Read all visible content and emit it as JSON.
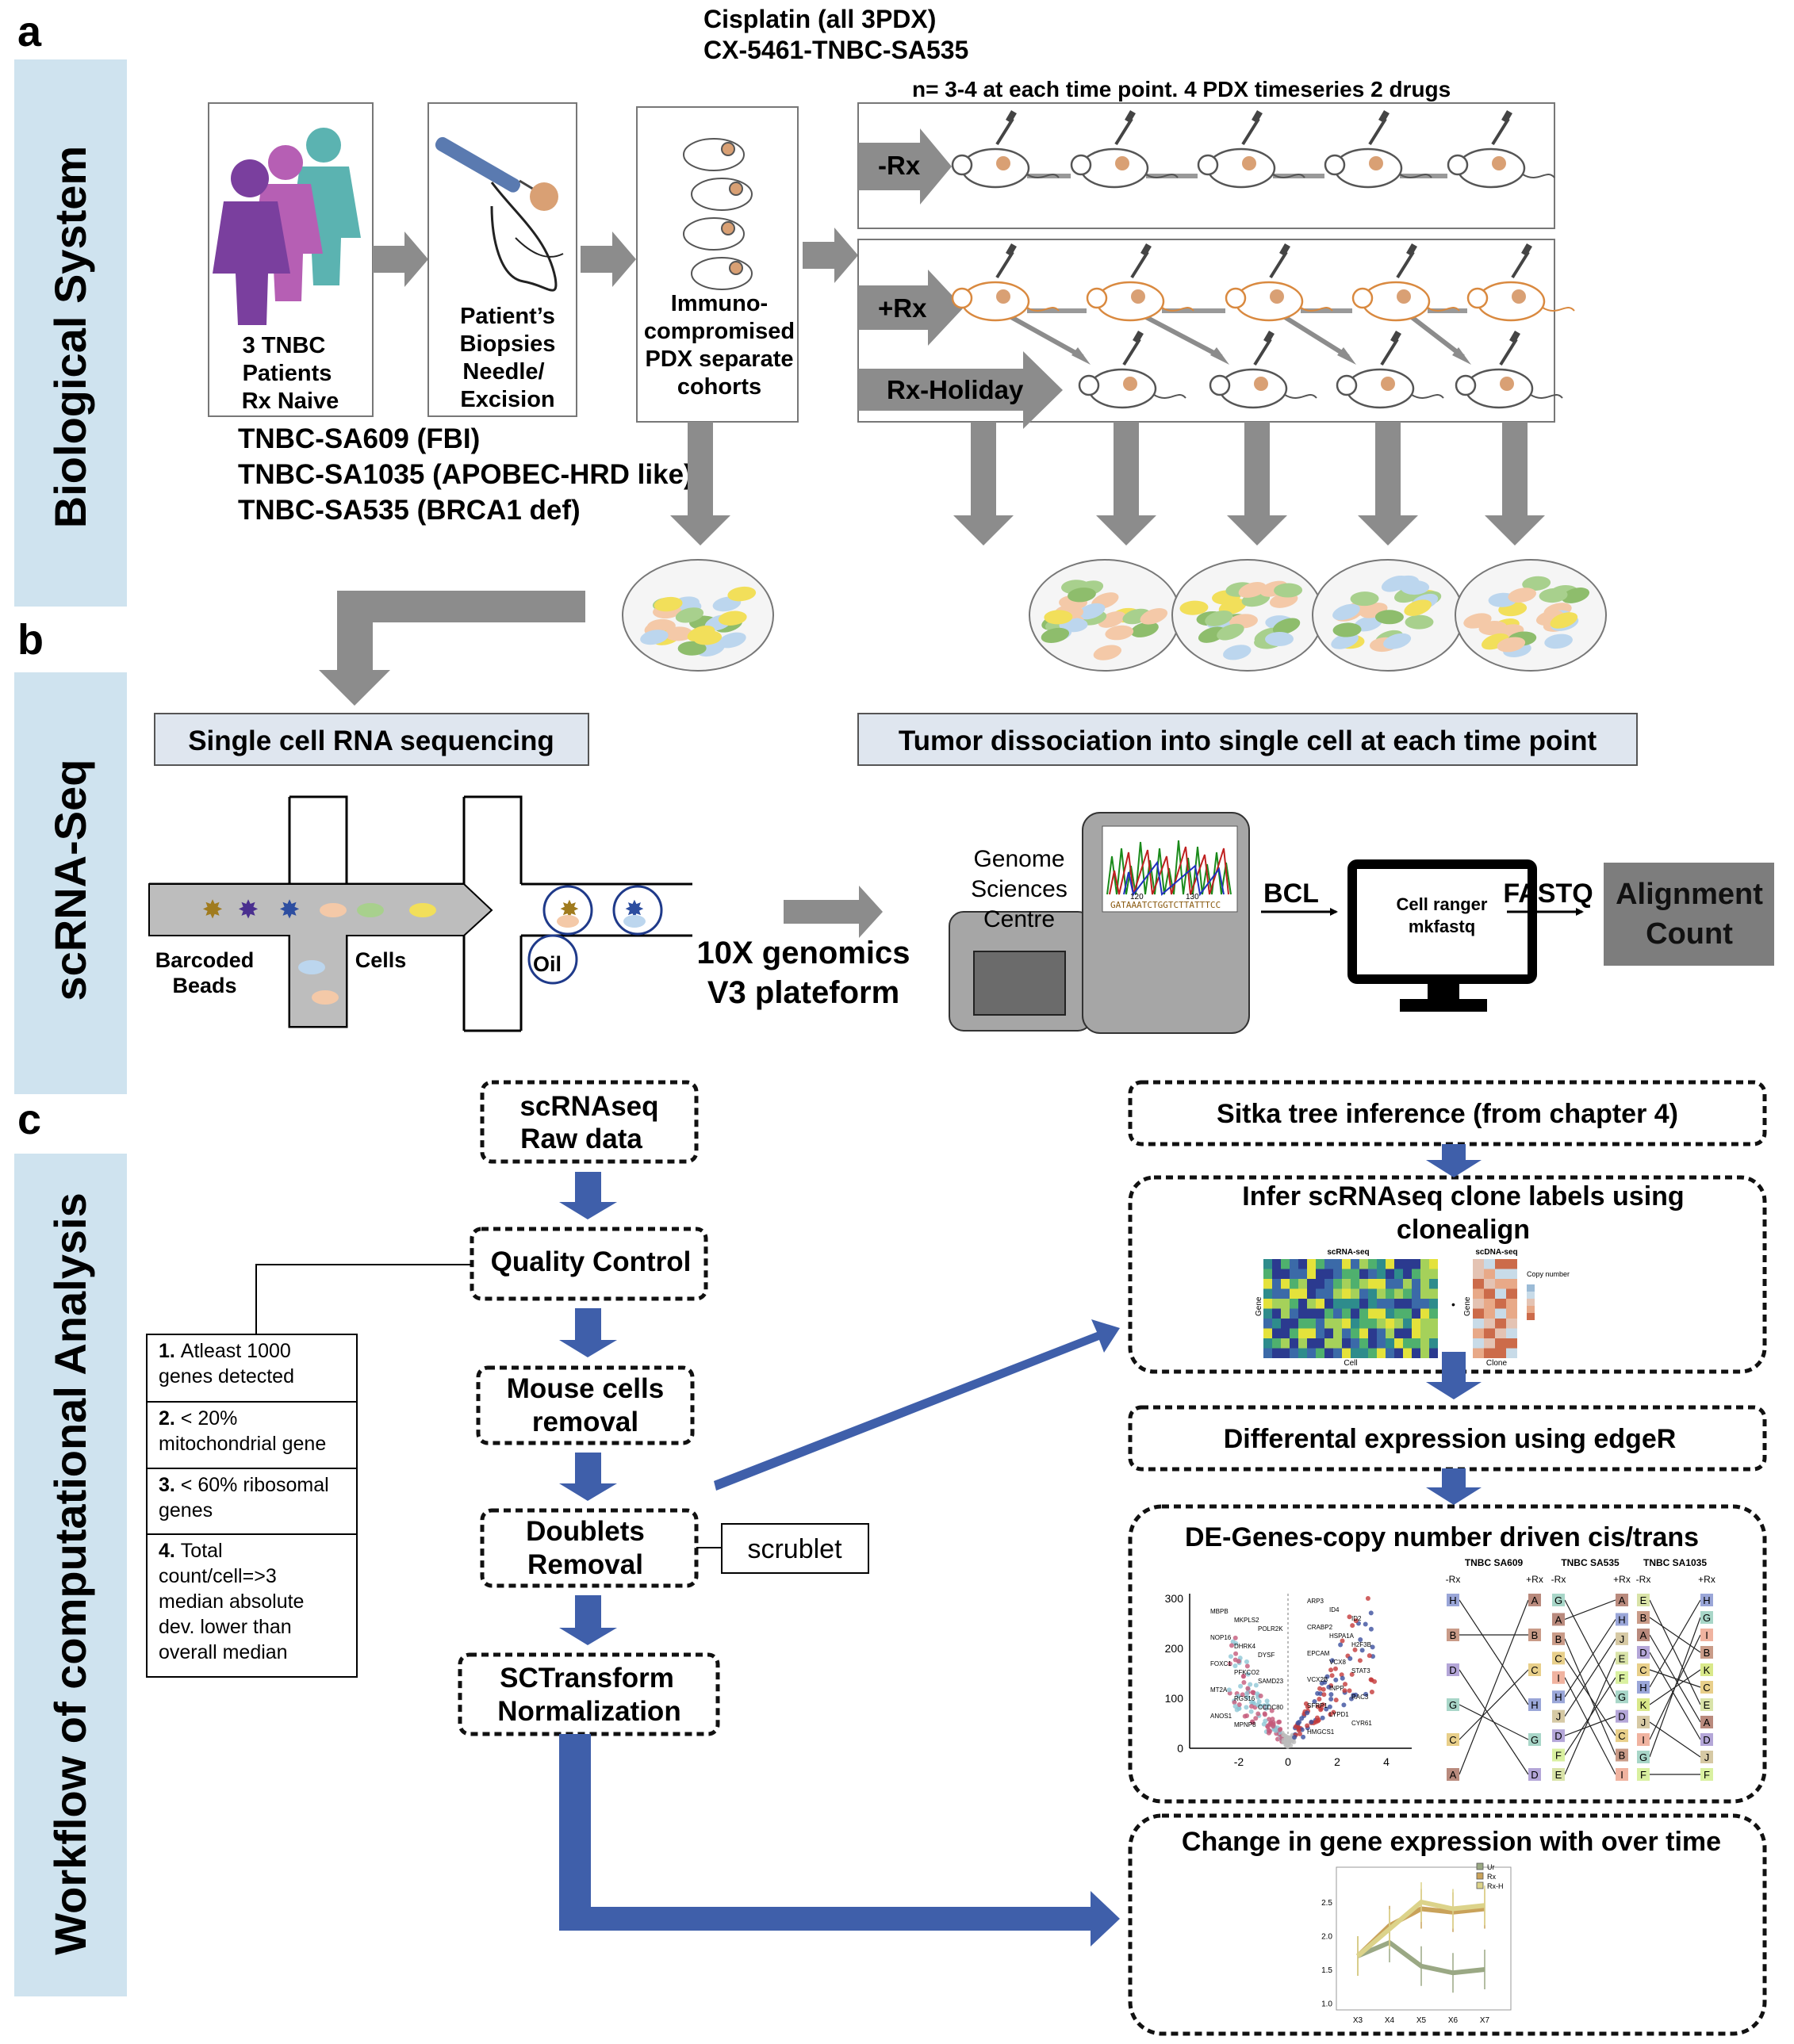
{
  "panel_letters": {
    "a": "a",
    "b": "b",
    "c": "c"
  },
  "section_labels": {
    "biological": "Biological System",
    "scrna": "scRNA-Seq",
    "workflow": "Workflow of computational Analysis"
  },
  "panel_a": {
    "drug_lines": [
      "Cisplatin (all 3PDX)",
      "CX-5461-TNBC-SA535"
    ],
    "timeseries_note": "n= 3-4 at each time point. 4 PDX timeseries 2 drugs",
    "patients_lines": [
      "3 TNBC",
      "Patients",
      "Rx Naive"
    ],
    "biopsy_lines": [
      "Patient’s",
      "Biopsies",
      "Needle/",
      "Excision"
    ],
    "pdx_lines": [
      "Immuno-",
      "compromised",
      "PDX separate",
      "cohorts"
    ],
    "models": [
      "TNBC-SA609 (FBI)",
      "TNBC-SA1035 (APOBEC-HRD like)",
      "TNBC-SA535 (BRCA1 def)"
    ],
    "arm_minus": "-Rx",
    "arm_plus": "+Rx",
    "arm_holiday": "Rx-Holiday"
  },
  "panel_b": {
    "single_cell_box": "Single cell RNA sequencing",
    "dissociation_box": "Tumor dissociation into single cell at each time point",
    "barcoded_lines": [
      "Barcoded",
      "Beads"
    ],
    "cells_label": "Cells",
    "oil_label": "Oil",
    "platform_lines": [
      "10X genomics",
      "V3 plateform"
    ],
    "gsc_lines": [
      "Genome",
      "Sciences",
      "Centre"
    ],
    "bcl": "BCL",
    "cellranger_lines": [
      "Cell ranger",
      "mkfastq"
    ],
    "fastq": "FASTQ",
    "alignment_lines": [
      "Alignment",
      "Count"
    ],
    "chromatogram_seq": "GATAAATCTGGTCTTATTTCC",
    "chromatogram_ticks": [
      "120",
      "130"
    ]
  },
  "panel_c": {
    "raw_lines": [
      "scRNAseq",
      "Raw data"
    ],
    "qc": "Quality Control",
    "mouse_lines": [
      "Mouse cells",
      "removal"
    ],
    "doublets_lines": [
      "Doublets",
      "Removal"
    ],
    "sct_lines": [
      "SCTransform",
      "Normalization"
    ],
    "scrublet": "scrublet",
    "criteria": [
      {
        "num": "1.",
        "lines": [
          "Atleast 1000",
          "genes detected"
        ]
      },
      {
        "num": "2.",
        "lines": [
          "< 20%",
          "mitochondrial gene"
        ]
      },
      {
        "num": "3.",
        "lines": [
          "< 60% ribosomal",
          "genes"
        ]
      },
      {
        "num": "4.",
        "lines": [
          "Total",
          "count/cell=>3",
          "median absolute",
          "dev. lower than",
          "overall median"
        ]
      }
    ],
    "sitka": "Sitka tree inference (from chapter 4)",
    "clonealign_lines": [
      "Infer scRNAseq clone labels using",
      "clonealign"
    ],
    "heatmap_titles": [
      "scRNA-seq",
      "scDNA-seq"
    ],
    "heatmap_axes": [
      "Gene",
      "Cell",
      "Gene",
      "Clone"
    ],
    "copy_number_label": "Copy number",
    "edger": "Differental expression using edgeR",
    "de_title": "DE-Genes-copy number driven cis/trans",
    "volcano_xticks": [
      "-2",
      "0",
      "2",
      "4"
    ],
    "volcano_yticks": [
      "0",
      "100",
      "200",
      "300"
    ],
    "volcano_genes_left": [
      "MBPB",
      "MKPLS2",
      "POLR2K",
      "NOP16",
      "DHRK4",
      "DYSF",
      "FOXC1",
      "PFKCO2",
      "SAMD23",
      "MT2A",
      "RGS16",
      "CCDC80",
      "ANOS1",
      "MPNP8"
    ],
    "volcano_genes_right": [
      "ARP3",
      "ID4",
      "ID2",
      "CRABP2",
      "HSPA1A",
      "H2F3B",
      "EPCAM",
      "VCX8",
      "STAT3",
      "VCX2B",
      "INPP",
      "RAC3",
      "SFRP1",
      "LYPD1",
      "CYR61",
      "HMGCS1"
    ],
    "clone_tables": [
      {
        "name": "TNBC SA609",
        "left": [
          "H",
          "B",
          "D",
          "G",
          "C",
          "A"
        ],
        "right": [
          "A",
          "B",
          "C",
          "H",
          "G",
          "D"
        ]
      },
      {
        "name": "TNBC SA535",
        "left": [
          "G",
          "A",
          "B",
          "C",
          "I",
          "H",
          "J",
          "D",
          "F",
          "E"
        ],
        "right": [
          "A",
          "H",
          "J",
          "E",
          "F",
          "G",
          "D",
          "C",
          "B",
          "I"
        ]
      },
      {
        "name": "TNBC SA1035",
        "left": [
          "E",
          "B",
          "A",
          "D",
          "C",
          "H",
          "K",
          "J",
          "I",
          "G",
          "F"
        ],
        "right": [
          "H",
          "G",
          "I",
          "B",
          "K",
          "C",
          "E",
          "A",
          "D",
          "J",
          "F"
        ]
      }
    ],
    "rx_labels": [
      "-Rx",
      "+Rx"
    ],
    "time_title": "Change in gene expression with over time",
    "time_legend": [
      "Ur",
      "Rx",
      "Rx-H"
    ],
    "time_xticks": [
      "X3",
      "X4",
      "X5",
      "X6",
      "X7"
    ],
    "time_yticks": [
      "1.0",
      "1.5",
      "2.0",
      "2.5"
    ]
  },
  "colors": {
    "sidebar": "#cfe3ef",
    "gray_arrow": "#8c8c8c",
    "blue_arrow": "#3f5faa",
    "box_fill": "#dfe6ef",
    "alignment_fill": "#7d7d7d"
  }
}
